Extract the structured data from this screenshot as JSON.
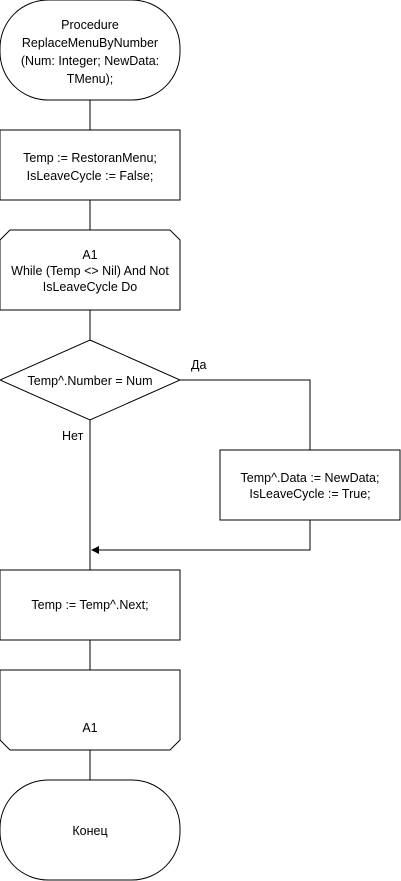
{
  "diagram": {
    "start": [
      "Procedure",
      "ReplaceMenuByNumber",
      "(Num: Integer; NewData:",
      "TMenu);"
    ],
    "init": [
      "Temp := RestoranMenu;",
      "IsLeaveCycle := False;"
    ],
    "loop_start": [
      "A1",
      "While (Temp <> Nil) And Not",
      "IsLeaveCycle Do"
    ],
    "condition": "Temp^.Number = Num",
    "yes_label": "Да",
    "no_label": "Нет",
    "assign": [
      "Temp^.Data := NewData;",
      "IsLeaveCycle := True;"
    ],
    "next": "Temp := Temp^.Next;",
    "loop_end": "A1",
    "end": "Конец"
  }
}
